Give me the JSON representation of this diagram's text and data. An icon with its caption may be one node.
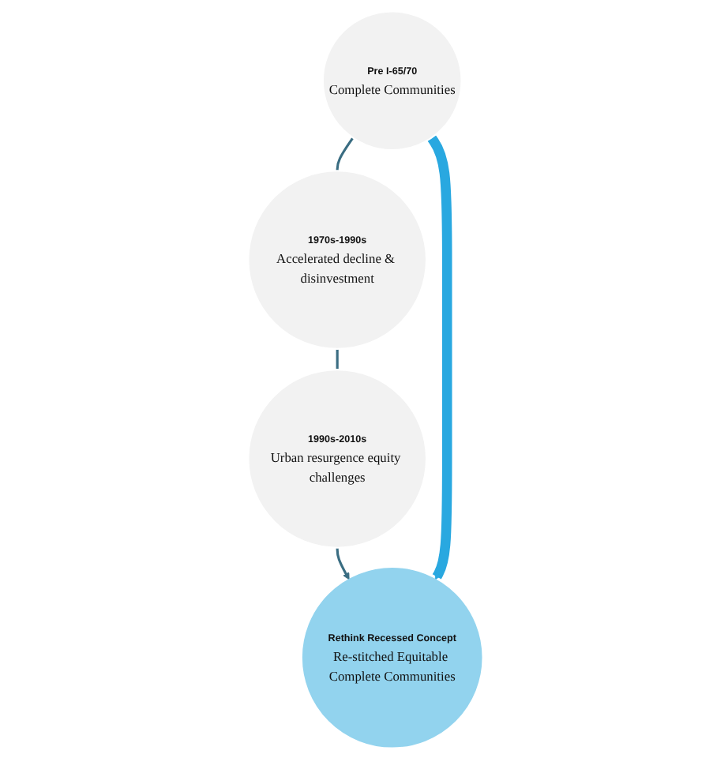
{
  "diagram": {
    "nodes": [
      {
        "text": [
          "Pre I-65/70",
          "Complete Communities"
        ]
      },
      {
        "text": [
          "1970s-1990s",
          "Accelerated decline & disinvestment"
        ]
      },
      {
        "text": [
          "1990s-2010s",
          "Urban resurgence equity challenges"
        ]
      },
      {
        "text": [
          "Rethink Recessed Concept",
          "Re-stitched Equitable Complete Communities"
        ]
      }
    ],
    "edges": [
      {
        "from": 0,
        "to": 1,
        "arrow": "none"
      },
      {
        "from": 1,
        "to": 2,
        "arrow": "none"
      },
      {
        "from": 2,
        "to": 3,
        "arrow": "to"
      },
      {
        "from": 0,
        "to": 3,
        "arrow": "to",
        "style": "thick",
        "color": "#29a8e0"
      }
    ]
  }
}
